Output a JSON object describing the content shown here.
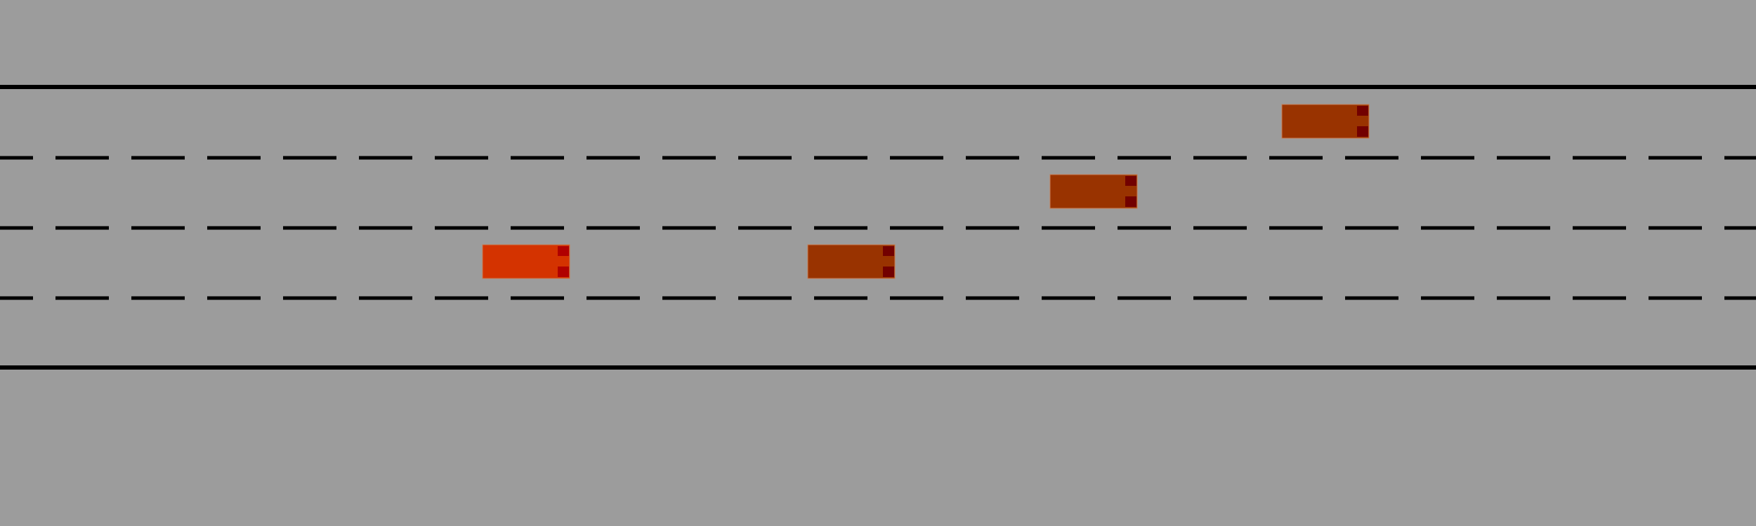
{
  "scene": {
    "name": "highway",
    "lane_count": 4,
    "background_color": "#9c9c9c",
    "line_color": "#000000"
  },
  "vehicles": [
    {
      "id": "ego",
      "lane": 3,
      "color": "#d43300",
      "light_color": "#b00000"
    },
    {
      "id": "v1",
      "lane": 3,
      "color": "#993300",
      "light_color": "#720000"
    },
    {
      "id": "v2",
      "lane": 2,
      "color": "#993300",
      "light_color": "#720000"
    },
    {
      "id": "v3",
      "lane": 1,
      "color": "#993300",
      "light_color": "#720000"
    }
  ]
}
